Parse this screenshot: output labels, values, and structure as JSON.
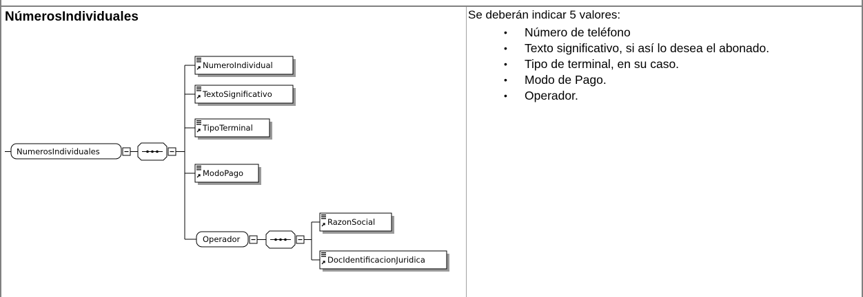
{
  "section": {
    "title": "NúmerosIndividuales"
  },
  "diagram": {
    "root": "NumerosIndividuales",
    "children": [
      "NumeroIndividual",
      "TextoSignificativo",
      "TipoTerminal",
      "ModoPago"
    ],
    "operador": {
      "label": "Operador",
      "children": [
        "RazonSocial",
        "DocIdentificacionJuridica"
      ]
    }
  },
  "description": {
    "intro": "Se deberán indicar 5 valores:",
    "items": [
      "Número de teléfono",
      "Texto significativo, si así lo desea el abonado.",
      "Tipo de terminal, en su caso.",
      "Modo de Pago.",
      "Operador."
    ],
    "bullet": "•"
  }
}
